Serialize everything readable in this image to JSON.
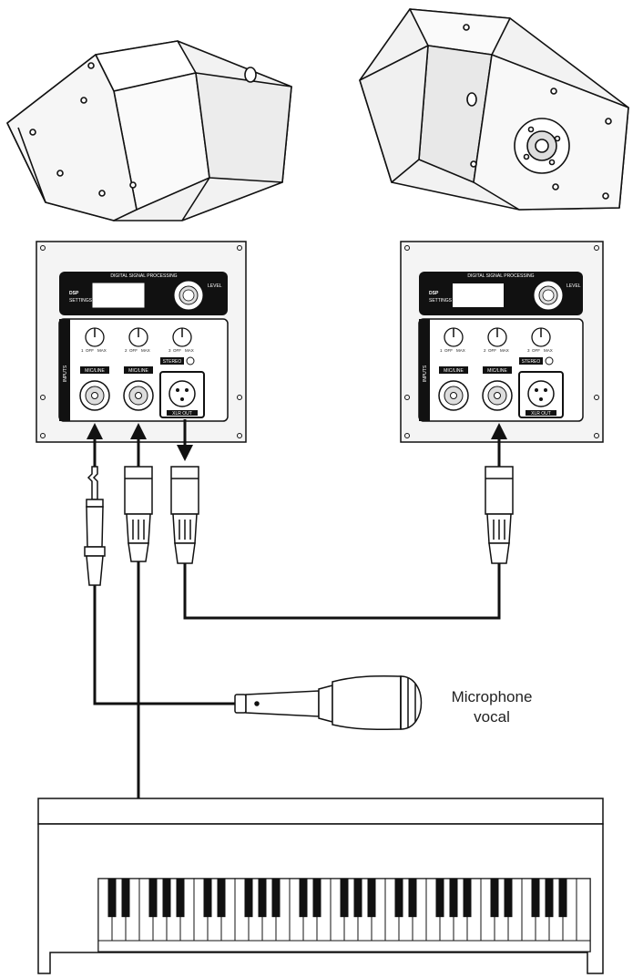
{
  "microphone": {
    "label_line1": "Microphone",
    "label_line2": "vocal"
  },
  "panel_left": {
    "header": "DIGITAL SIGNAL PROCESSING",
    "dsp": "DSP",
    "dsp_sub": "SETTINGS",
    "level_text": "LEVEL",
    "input_1": "MIC/LINE",
    "input_2": "MIC/LINE",
    "xlr_out": "XLR OUT",
    "stereo": "STEREO",
    "inputs_side": "INPUTS",
    "knob_off": "OFF",
    "knob_max": "MAX",
    "channel_1": "1",
    "channel_2": "2",
    "channel_3": "3"
  },
  "panel_right": {
    "header": "DIGITAL SIGNAL PROCESSING",
    "dsp": "DSP",
    "dsp_sub": "SETTINGS",
    "level_text": "LEVEL",
    "input_1": "MIC/LINE",
    "input_2": "MIC/LINE",
    "xlr_out": "XLR OUT",
    "stereo": "STEREO",
    "inputs_side": "INPUTS",
    "knob_off": "OFF",
    "knob_max": "MAX",
    "channel_1": "1",
    "channel_2": "2",
    "channel_3": "3"
  },
  "colors": {
    "line": "#111111",
    "panel": "#f4f4f4",
    "dark": "#111111",
    "speaker": "#f2f2f2"
  }
}
